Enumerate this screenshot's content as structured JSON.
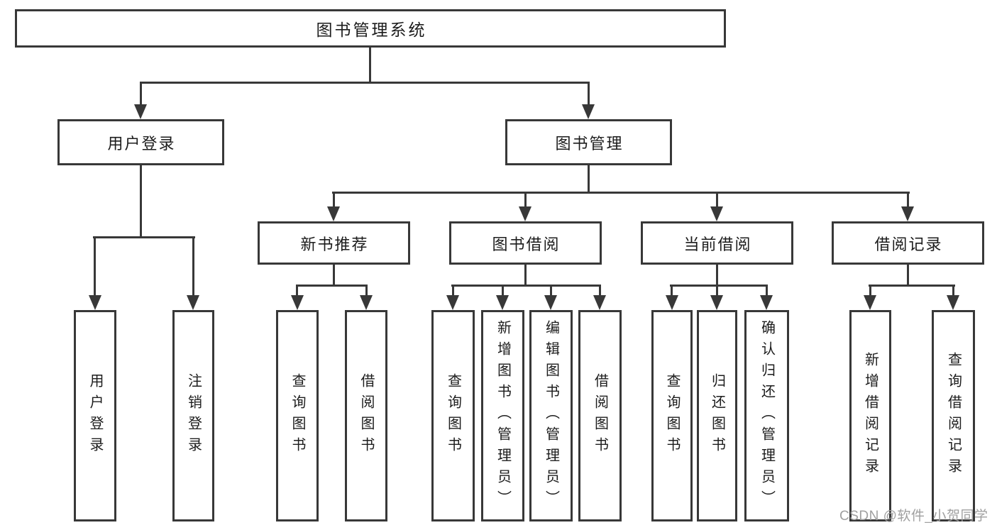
{
  "colors": {
    "line": "#383838",
    "text": "#1c1c1c",
    "watermark": "#a0a0a0",
    "background": "#ffffff",
    "box_background": "#ffffff"
  },
  "diagram": {
    "type": "hierarchy-tree",
    "root": {
      "label": "图书管理系统"
    },
    "level2": [
      {
        "label": "用户登录",
        "parent": "图书管理系统"
      },
      {
        "label": "图书管理",
        "parent": "图书管理系统"
      }
    ],
    "level3": [
      {
        "label": "新书推荐",
        "parent": "图书管理"
      },
      {
        "label": "图书借阅",
        "parent": "图书管理"
      },
      {
        "label": "当前借阅",
        "parent": "图书管理"
      },
      {
        "label": "借阅记录",
        "parent": "图书管理"
      }
    ],
    "leaves": [
      {
        "label": "用户登录",
        "parent": "用户登录"
      },
      {
        "label": "注销登录",
        "parent": "用户登录"
      },
      {
        "label": "查询图书",
        "parent": "新书推荐"
      },
      {
        "label": "借阅图书",
        "parent": "新书推荐"
      },
      {
        "label": "查询图书",
        "parent": "图书借阅"
      },
      {
        "label": "新增图书（管理员）",
        "parent": "图书借阅"
      },
      {
        "label": "编辑图书（管理员）",
        "parent": "图书借阅"
      },
      {
        "label": "借阅图书",
        "parent": "图书借阅"
      },
      {
        "label": "查询图书",
        "parent": "当前借阅"
      },
      {
        "label": "归还图书",
        "parent": "当前借阅"
      },
      {
        "label": "确认归还（管理员）",
        "parent": "当前借阅"
      },
      {
        "label": "新增借阅记录",
        "parent": "借阅记录"
      },
      {
        "label": "查询借阅记录",
        "parent": "借阅记录"
      }
    ]
  },
  "watermark": {
    "text": "CSDN @软件_小贺同学"
  }
}
